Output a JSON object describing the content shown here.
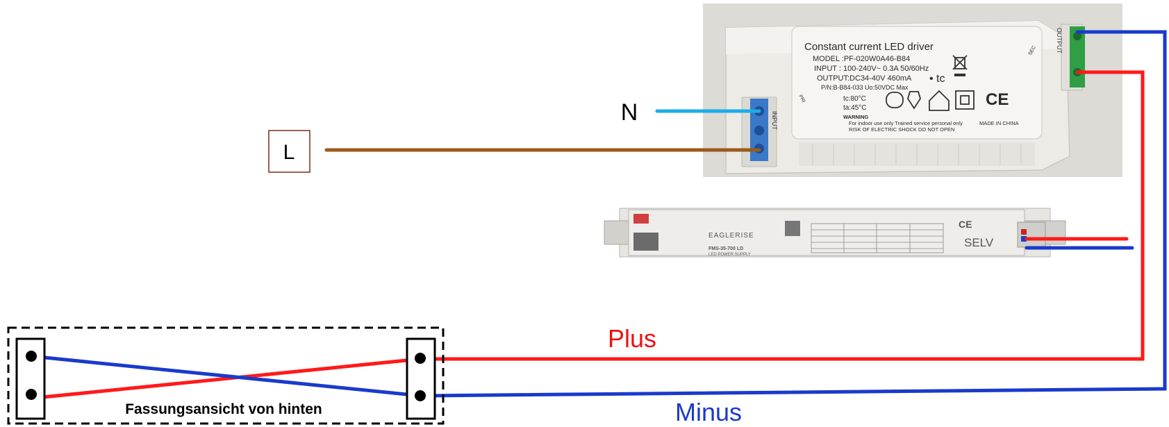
{
  "labels": {
    "L": "L",
    "N": "N",
    "plus": "Plus",
    "minus": "Minus",
    "socket_caption": "Fassungsansicht von hinten"
  },
  "driver_large": {
    "title": "Constant current LED driver",
    "model": "MODEL :PF-020W0A46-B84",
    "input": "INPUT : 100-240V~ 0.3A 50/60Hz",
    "output": "OUTPUT:DC34-40V  460mA",
    "tc_symbol": "• tc",
    "pn": "P/N:B-B84-033 Uo:50VDC Max",
    "tc": "tc:80°C",
    "ta": "ta:45°C",
    "warning": "WARNING",
    "warning_line1": "For indoor use only Trained service personal only",
    "warning_line2": "RISK OF ELECTRIC SHOCK DO NOT OPEN",
    "made_in": "MADE IN CHINA",
    "ce": "CE",
    "input_side": "INPUT",
    "output_side": "OUTPUT",
    "pri": "PRI",
    "sec": "SEC"
  },
  "driver_small": {
    "brand": "EAGLERISE",
    "model": "FMS-35-700 LD",
    "subtitle": "LED POWER SUPPLY",
    "selv": "SELV",
    "ce": "CE"
  },
  "colors": {
    "brown": "#9b5a1a",
    "blue_light": "#1aaee8",
    "red": "#ff1a1a",
    "blue": "#1a3acc",
    "plus_text": "#ee1111",
    "minus_text": "#1a3acc"
  }
}
